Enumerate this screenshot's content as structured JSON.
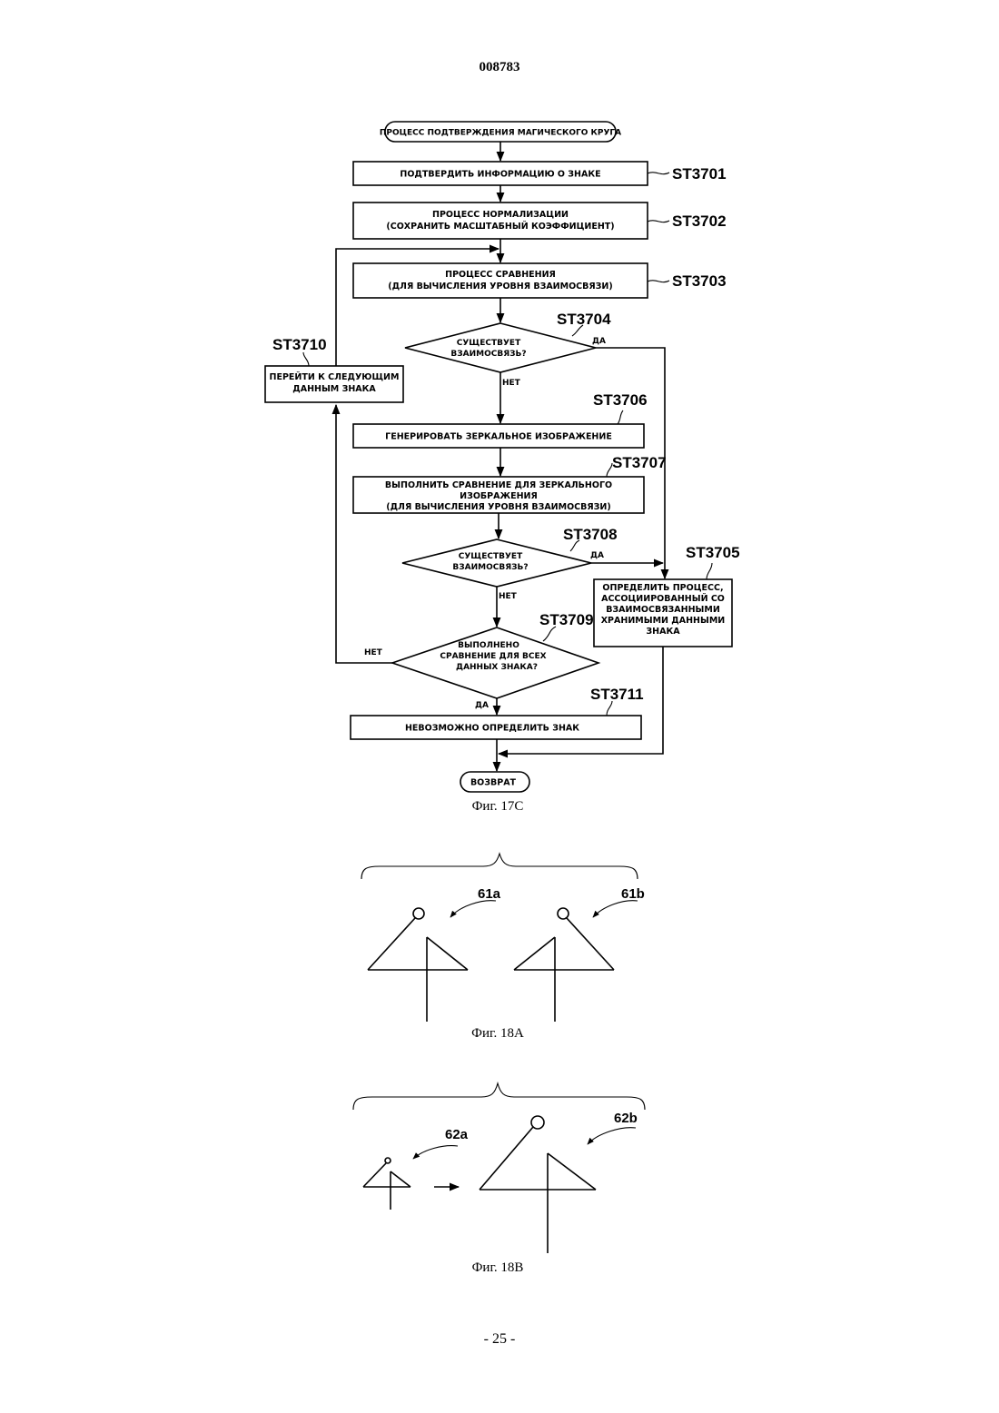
{
  "header": {
    "doc_number": "008783"
  },
  "footer": {
    "page_number": "- 25 -"
  },
  "fig17c": {
    "caption": "Фиг. 17С",
    "start": "ПРОЦЕСС ПОДТВЕРЖДЕНИЯ МАГИЧЕСКОГО КРУГА",
    "end": "ВОЗВРАТ",
    "steps": {
      "st3701": {
        "id": "ST3701",
        "text": "ПОДТВЕРДИТЬ ИНФОРМАЦИЮ О ЗНАКЕ"
      },
      "st3702": {
        "id": "ST3702",
        "line1": "ПРОЦЕСС НОРМАЛИЗАЦИИ",
        "line2": "(СОХРАНИТЬ МАСШТАБНЫЙ КОЭФФИЦИЕНТ)"
      },
      "st3703": {
        "id": "ST3703",
        "line1": "ПРОЦЕСС СРАВНЕНИЯ",
        "line2": "(ДЛЯ ВЫЧИСЛЕНИЯ УРОВНЯ ВЗАИМОСВЯЗИ)"
      },
      "st3704": {
        "id": "ST3704",
        "line1": "СУЩЕСТВУЕТ",
        "line2": "ВЗАИМОСВЯЗЬ?"
      },
      "st3705": {
        "id": "ST3705",
        "line1": "ОПРЕДЕЛИТЬ ПРОЦЕСС,",
        "line2": "АССОЦИИРОВАННЫЙ СО",
        "line3": "ВЗАИМОСВЯЗАННЫМИ",
        "line4": "ХРАНИМЫМИ ДАННЫМИ",
        "line5": "ЗНАКА"
      },
      "st3706": {
        "id": "ST3706",
        "text": "ГЕНЕРИРОВАТЬ ЗЕРКАЛЬНОЕ ИЗОБРАЖЕНИЕ"
      },
      "st3707": {
        "id": "ST3707",
        "line1": "ВЫПОЛНИТЬ СРАВНЕНИЕ ДЛЯ ЗЕРКАЛЬНОГО",
        "line2": "ИЗОБРАЖЕНИЯ",
        "line3": "(ДЛЯ ВЫЧИСЛЕНИЯ УРОВНЯ  ВЗАИМОСВЯЗИ)"
      },
      "st3708": {
        "id": "ST3708",
        "line1": "СУЩЕСТВУЕТ",
        "line2": "ВЗАИМОСВЯЗЬ?"
      },
      "st3709": {
        "id": "ST3709",
        "line1": "ВЫПОЛНЕНО",
        "line2": "СРАВНЕНИЕ ДЛЯ ВСЕХ",
        "line3": "ДАННЫХ ЗНАКА?"
      },
      "st3710": {
        "id": "ST3710",
        "line1": "ПЕРЕЙТИ К СЛЕДУЮЩИМ",
        "line2": "ДАННЫМ ЗНАКА"
      },
      "st3711": {
        "id": "ST3711",
        "text": "НЕВОЗМОЖНО ОПРЕДЕЛИТЬ ЗНАК"
      }
    },
    "edges": {
      "yes": "ДА",
      "no": "НЕТ"
    }
  },
  "fig18a": {
    "caption": "Фиг. 18А",
    "label_left": "61a",
    "label_right": "61b"
  },
  "fig18b": {
    "caption": "Фиг. 18В",
    "label_left": "62a",
    "label_right": "62b"
  }
}
